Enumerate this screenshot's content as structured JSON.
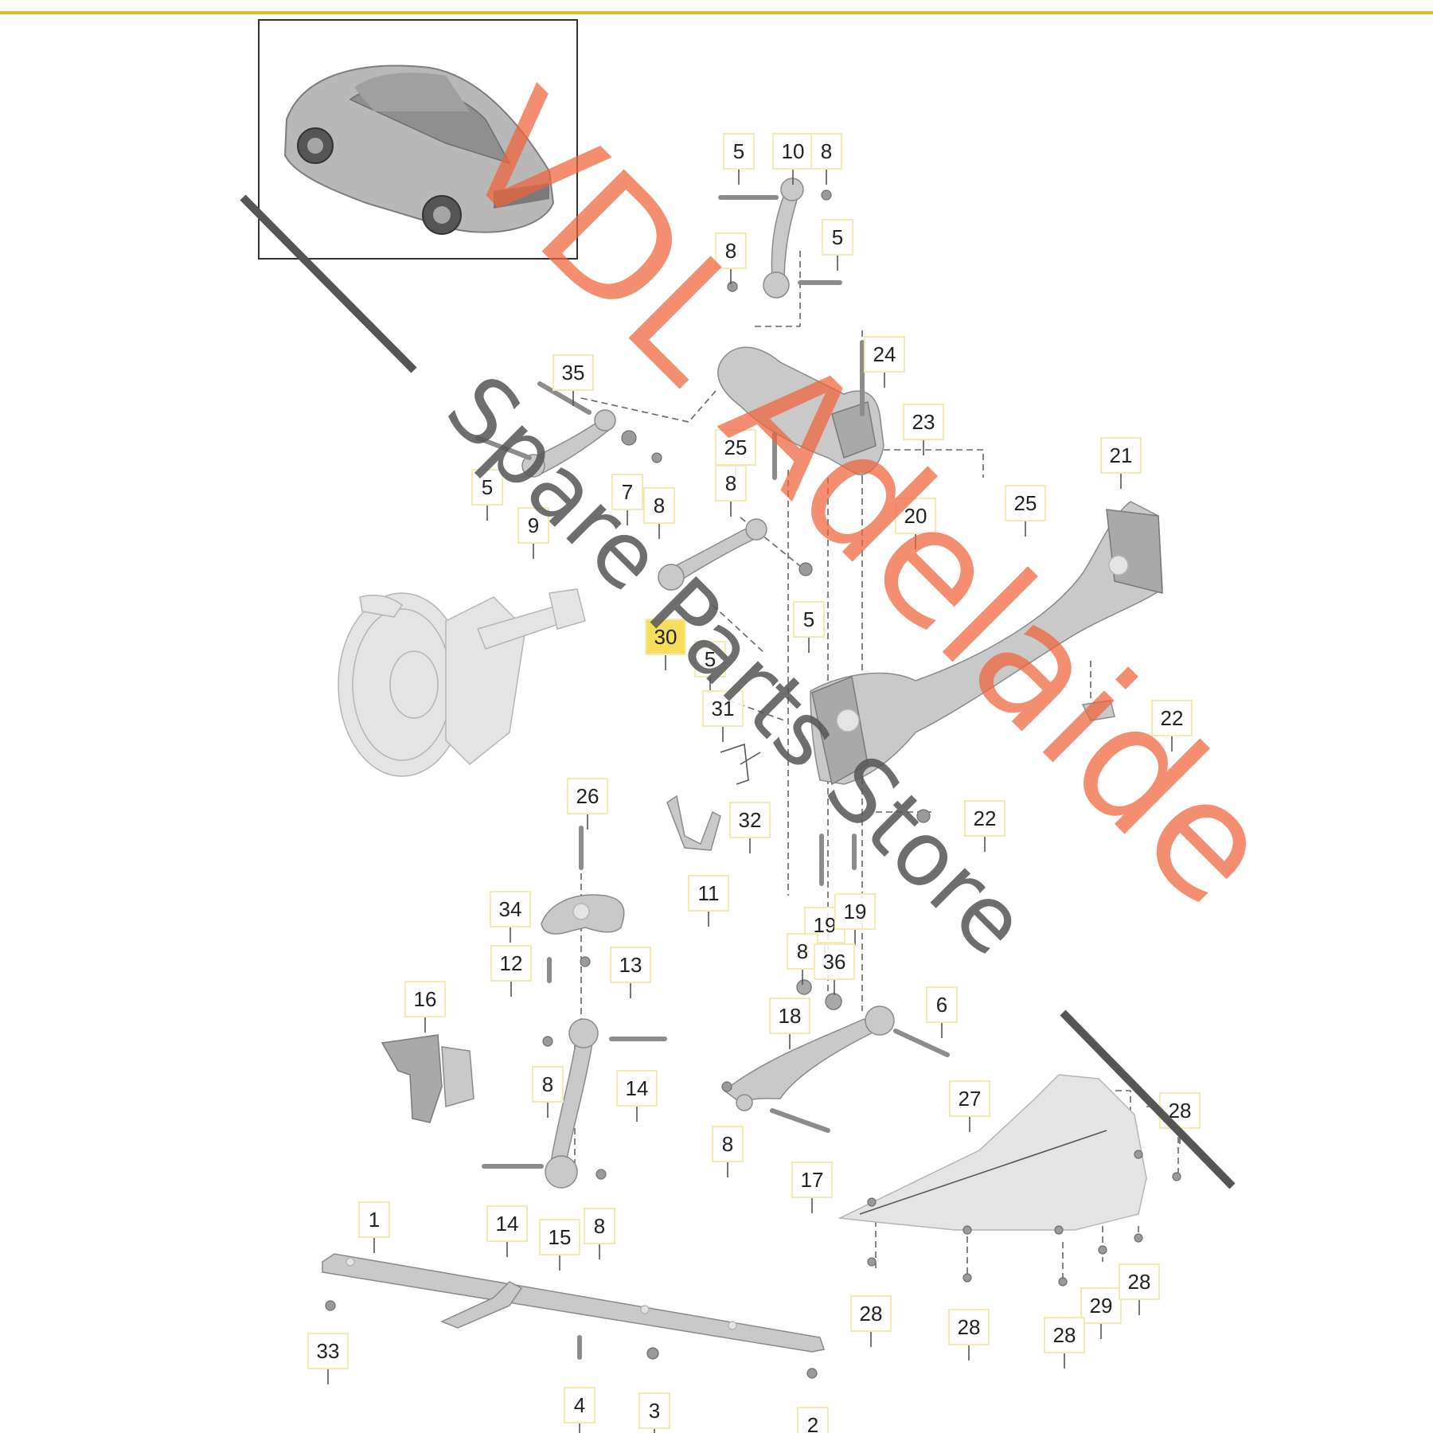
{
  "colors": {
    "top_rule": "#e3b728",
    "label_box_border": "#f3ebb6",
    "highlight_fill": "#f6d94a",
    "watermark_primary": "#f0623a",
    "watermark_secondary": "#555555"
  },
  "watermark": {
    "line1": "VDL Adelaide",
    "line2": "Spare Parts Store"
  },
  "inset": {
    "icon": "car-silhouette-icon"
  },
  "callouts": [
    {
      "n": "5"
    },
    {
      "n": "10"
    },
    {
      "n": "8"
    },
    {
      "n": "8"
    },
    {
      "n": "5"
    },
    {
      "n": "24"
    },
    {
      "n": "35"
    },
    {
      "n": "23"
    },
    {
      "n": "25"
    },
    {
      "n": "5"
    },
    {
      "n": "7"
    },
    {
      "n": "8"
    },
    {
      "n": "21"
    },
    {
      "n": "9"
    },
    {
      "n": "8"
    },
    {
      "n": "25"
    },
    {
      "n": "20"
    },
    {
      "n": "5"
    },
    {
      "n": "30"
    },
    {
      "n": "5"
    },
    {
      "n": "31"
    },
    {
      "n": "22"
    },
    {
      "n": "26"
    },
    {
      "n": "32"
    },
    {
      "n": "22"
    },
    {
      "n": "11"
    },
    {
      "n": "34"
    },
    {
      "n": "19"
    },
    {
      "n": "19"
    },
    {
      "n": "12"
    },
    {
      "n": "13"
    },
    {
      "n": "8"
    },
    {
      "n": "36"
    },
    {
      "n": "16"
    },
    {
      "n": "18"
    },
    {
      "n": "6"
    },
    {
      "n": "8"
    },
    {
      "n": "14"
    },
    {
      "n": "27"
    },
    {
      "n": "28"
    },
    {
      "n": "8"
    },
    {
      "n": "17"
    },
    {
      "n": "14"
    },
    {
      "n": "15"
    },
    {
      "n": "8"
    },
    {
      "n": "1"
    },
    {
      "n": "28"
    },
    {
      "n": "29"
    },
    {
      "n": "28"
    },
    {
      "n": "28"
    },
    {
      "n": "28"
    },
    {
      "n": "33"
    },
    {
      "n": "4"
    },
    {
      "n": "3"
    },
    {
      "n": "2"
    }
  ]
}
